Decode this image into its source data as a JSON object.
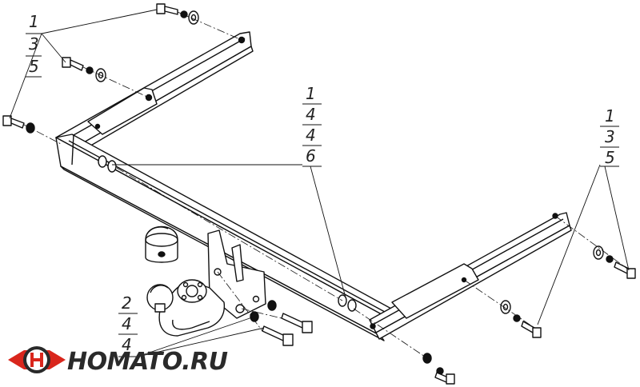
{
  "callouts": {
    "top_left": {
      "lines": [
        "1",
        "3",
        "5"
      ]
    },
    "middle": {
      "lines": [
        "1",
        "4",
        "4",
        "6"
      ]
    },
    "right": {
      "lines": [
        "1",
        "3",
        "5"
      ]
    },
    "bottom_left": {
      "lines": [
        "2",
        "4",
        "4"
      ]
    }
  },
  "logo": {
    "text": "HOMATO.RU",
    "icon": "winged-h-emblem-icon",
    "colors": {
      "red": "#d9261c",
      "dark": "#2a2a2a"
    }
  },
  "colors": {
    "line": "#111111",
    "background": "#ffffff"
  }
}
